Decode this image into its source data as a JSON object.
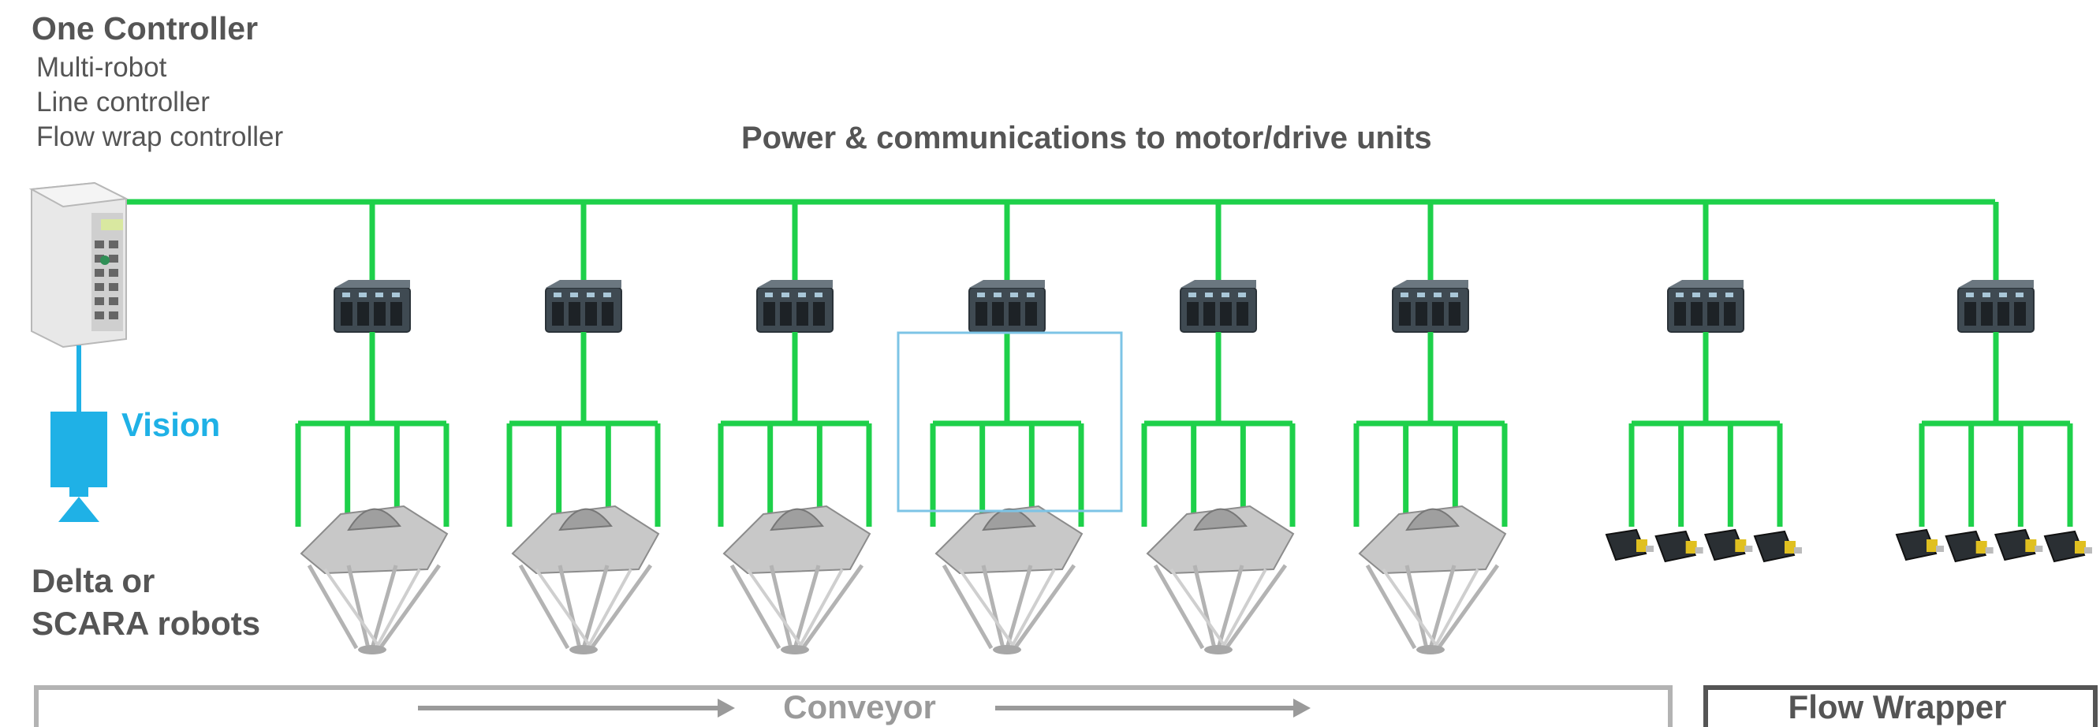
{
  "diagram": {
    "title": "One Controller",
    "controller_roles": [
      "Multi-robot",
      "Line controller",
      "Flow wrap controller"
    ],
    "bus_label": "Power & communications to motor/drive units",
    "vision_label": "Vision",
    "robots_label_line1": "Delta or",
    "robots_label_line2": "SCARA robots",
    "conveyor_label": "Conveyor",
    "flow_wrapper_label": "Flow Wrapper"
  },
  "colors": {
    "bus": "#1ed04a",
    "vision": "#1fb1e6",
    "text": "#555555",
    "conveyor": "#9a9a9a"
  },
  "units": {
    "delta_robot_units": 6,
    "motor_units": 2,
    "motors_per_unit": 4,
    "branches_per_hub": 4
  }
}
